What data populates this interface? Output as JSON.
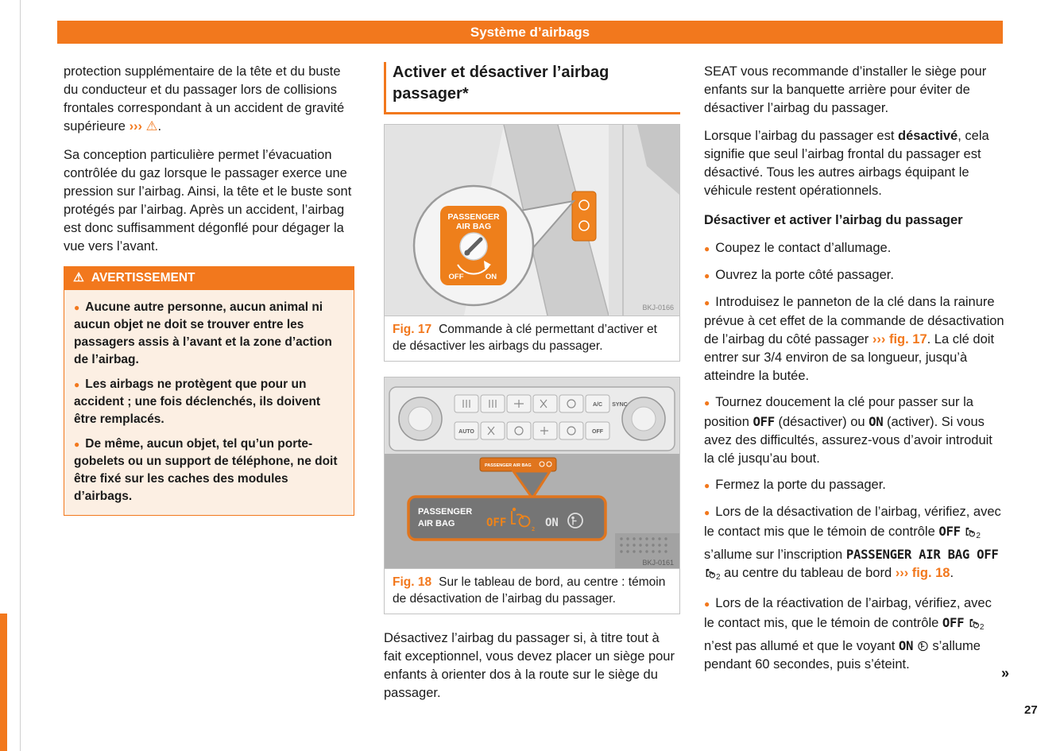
{
  "colors": {
    "accent": "#F2781D",
    "warning_bg": "#FCEFE3"
  },
  "icons": {
    "warning_triangle": "⚠",
    "ref_arrows": "›››",
    "bullet": "●"
  },
  "page": {
    "number": "27",
    "cont": "»"
  },
  "header": {
    "title": "Système d’airbags"
  },
  "left": {
    "p1": "protection supplémentaire de la tête et du buste du conducteur et du passager lors de collisions frontales correspondant à un accident de gravité supérieure",
    "p1_ref": "›››",
    "p1_warn": "⚠",
    "p1_end": ".",
    "p2": "Sa conception particulière permet l’évacuation contrôlée du gaz lorsque le passager exerce une pression sur l’airbag. Ainsi, la tête et le buste sont protégés par l’airbag. Après un accident, l’airbag est donc suffisamment dégonflé pour dégager la vue vers l’avant.",
    "warning": {
      "icon": "⚠",
      "title": "AVERTISSEMENT",
      "items": [
        "Aucune autre personne, aucun animal ni aucun objet ne doit se trouver entre les passagers assis à l’avant et la zone d’action de l’airbag.",
        "Les airbags ne protègent que pour un accident ; une fois déclenchés, ils doivent être remplacés.",
        "De même, aucun objet, tel qu’un porte-gobelets ou un support de téléphone, ne doit être fixé sur les caches des modules d’airbags."
      ]
    }
  },
  "middle": {
    "heading": "Activer et désactiver l’airbag passager*",
    "fig17": {
      "line1": "PASSENGER",
      "line2": "AIR BAG",
      "off": "OFF",
      "on": "ON",
      "code": "BKJ-0166",
      "cap_label": "Fig. 17",
      "caption": "Commande à clé permettant d’activer et de désactiver les airbags du passager."
    },
    "fig18": {
      "strip": "PASSENGER AIR BAG",
      "line1": "PASSENGER",
      "line2": "AIR BAG",
      "off": "OFF",
      "on": "ON",
      "sub2": "2",
      "auto": "AUTO",
      "panel_off": "OFF",
      "ac": "A/C",
      "sync": "SYNC",
      "code": "BKJ-0161",
      "cap_label": "Fig. 18",
      "caption": "Sur le tableau de bord, au centre : témoin de désactivation de l’airbag du passager."
    },
    "p1": "Désactivez l’airbag du passager si, à titre tout à fait exceptionnel, vous devez placer un siège pour enfants à orienter dos à la route sur le siège du passager."
  },
  "right": {
    "p1": "SEAT vous recommande d’installer le siège pour enfants sur la banquette arrière pour éviter de désactiver l’airbag du passager.",
    "p2_a": "Lorsque l’airbag du passager est ",
    "p2_b": "désactivé",
    "p2_c": ", cela signifie que seul l’airbag frontal du passager est désactivé. Tous les autres airbags équipant le véhicule restent opérationnels.",
    "subheading": "Désactiver et activer l’airbag du passager",
    "b1": "Coupez le contact d’allumage.",
    "b2": "Ouvrez la porte côté passager.",
    "b3_a": "Introduisez le panneton de la clé dans la rainure prévue à cet effet de la commande de désactivation de l’airbag du côté passager ",
    "b3_ref": "››› fig. 17",
    "b3_b": ". La clé doit entrer sur 3/4 environ de sa longueur, jusqu’à atteindre la butée.",
    "b4_a": "Tournez doucement la clé pour passer sur la position ",
    "b4_off": "OFF",
    "b4_b": " (désactiver) ou ",
    "b4_on": "ON",
    "b4_c": " (activer). Si vous avez des difficultés, assurez-vous d’avoir introduit la clé jusqu’au bout.",
    "b5": "Fermez la porte du passager.",
    "b6_a": "Lors de la désactivation de l’airbag, vérifiez, avec le contact mis que le témoin de contrôle ",
    "b6_off": "OFF",
    "b6_b": " s’allume sur l’inscription ",
    "b6_inscr": "PASSENGER AIR BAG OFF",
    "b6_c": " au centre du tableau de bord ",
    "b6_ref": "››› fig. 18",
    "b6_d": ".",
    "b7_a": "Lors de la réactivation de l’airbag, vérifiez, avec le contact mis, que le témoin de contrôle ",
    "b7_off": "OFF",
    "b7_b": " n’est pas allumé et que le voyant ",
    "b7_on": "ON",
    "b7_c": " s’allume pendant 60 secondes, puis s’éteint.",
    "sub2": "2"
  }
}
